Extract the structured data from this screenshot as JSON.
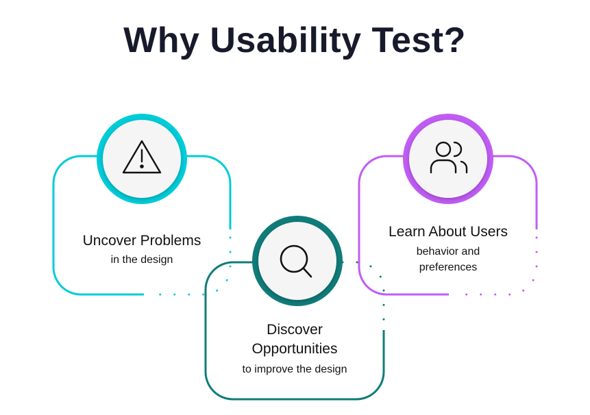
{
  "title": "Why Usability Test?",
  "colors": {
    "card1": "#00ccd8",
    "card2": "#0f7c79",
    "card3": "#c05cf5",
    "title": "#161a2b"
  },
  "cards": [
    {
      "icon": "warning-icon",
      "heading": "Uncover Problems",
      "lines": [
        "in the design"
      ]
    },
    {
      "icon": "search-icon",
      "heading_lines": [
        "Discover",
        "Opportunities"
      ],
      "lines": [
        "to improve the design"
      ]
    },
    {
      "icon": "users-icon",
      "heading": "Learn About Users",
      "lines": [
        "behavior and",
        "preferences"
      ]
    }
  ]
}
